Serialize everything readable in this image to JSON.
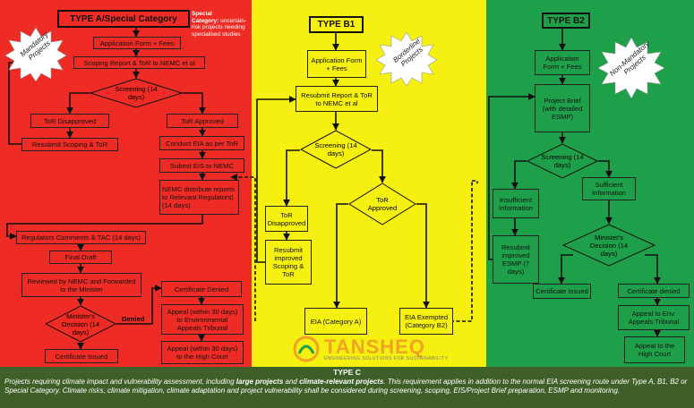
{
  "panels": {
    "a": {
      "title": "TYPE A/Special Category",
      "note_title": "Special",
      "note_label": "Category:",
      "note_text": "uncertain-risk projects needing specialised studies",
      "burst": "Mandatory Projects",
      "boxes": {
        "application": "Application Form + Fees",
        "scoping": "Scoping Report & ToR to NEMC et al",
        "screening": "Screening (14 days)",
        "tor_disapproved": "ToR Disapproved",
        "tor_approved": "ToR Approved",
        "resubmit": "Resubmit  Scoping & ToR",
        "conduct": "Conduct EIA as per ToR",
        "submit": "Submit EIS to NEMC",
        "distribute": "NEMC distribute reports to Relevant Regulators) (14 days)",
        "regulators": "Regulators Comments & TAC (14 days)",
        "final_draft": "Final Draft",
        "reviewed": "Reviewed by NEMC and Forwarded to the Minister",
        "decision": "Minister's Decision (14 days)",
        "denied_label": "Denied",
        "certificate_issued": "Certificate Issued",
        "certificate_denied": "Certificate Denied",
        "appeal_env": "Appeal (within 30 days) to Environmental Appeals Tribunal",
        "appeal_hc": "Appeal (within 30 days) to the High Court"
      }
    },
    "b1": {
      "title": "TYPE B1",
      "burst": "Borderline Projects",
      "boxes": {
        "application": "Application Form  + Fees",
        "scoping": "Resubmit Report & ToR to NEMC et al",
        "screening": "Screening (14 days)",
        "tor_approved": "ToR Approved",
        "tor_disapproved": "ToR Disapproved",
        "resubmit": "Resubmit improved Scoping & ToR",
        "eia": "EIA (Category A)",
        "exempted": "EIA Exempted (Category B2)"
      }
    },
    "b2": {
      "title": "TYPE B2",
      "burst": "Non-Mandatory Projects",
      "boxes": {
        "application": "Application Form  + Fees",
        "brief": "Project Brief (with detailed ESMP)",
        "screening": "Screening (14 days)",
        "insufficient": "Insufficient Information",
        "sufficient": "Sufficient Information",
        "resubmit": "Resubmit improved ESMP (7 days)",
        "decision": "Minister's Decision (14 days)",
        "certificate_issued": "Certificate Issued",
        "certificate_denied": "Certificate denied",
        "appeal_env": "Appeal to Env. Appeals Tribunal",
        "appeal_hc": "Appeal to the High Court"
      }
    }
  },
  "logo": {
    "name": "TANSHEQ",
    "tagline": "ENGINEERING SOLUTIONS FOR SUSTAINABILITY"
  },
  "footer": {
    "title": "TYPE C",
    "text_1": "Projects requiring climate impact and vulnerability assessment, including ",
    "bold_1": "large projects",
    "text_2": " and ",
    "bold_2": "climate-relevant projects",
    "text_3": ". This requirement applies in addition to the normal EIA screening route under Type A, B1, B2 or Special Category. Climate risks, climate mitigation, climate adaptation and project vulnerability shall be considered during screening, scoping, EIS/Project Brief preparation, ESMP and monitoring."
  },
  "colors": {
    "type_a": "#ee2c25",
    "type_b1": "#f6f010",
    "type_b2": "#1ea04a",
    "footer": "#3f5f28",
    "logo": "#f2a224"
  }
}
